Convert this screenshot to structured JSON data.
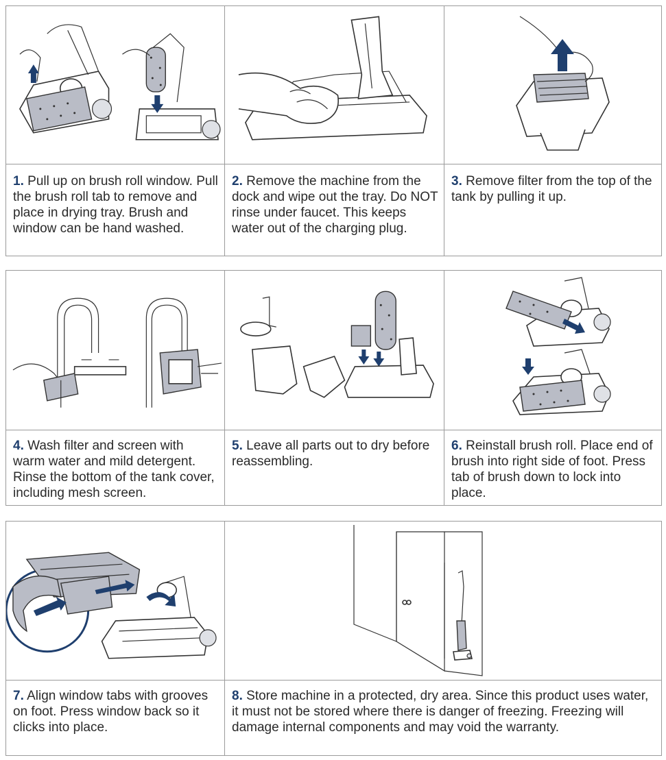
{
  "steps": [
    {
      "num": "1.",
      "text": "Pull up on brush roll window. Pull the brush roll tab to remove and place in drying tray. Brush and window can be hand washed."
    },
    {
      "num": "2.",
      "text": "Remove the machine from the dock and wipe out the tray. Do NOT rinse under faucet. This keeps water out of the charging plug."
    },
    {
      "num": "3.",
      "text": "Remove filter from the top of the tank by pulling it up."
    },
    {
      "num": "4.",
      "text": "Wash filter and screen with warm water and mild detergent. Rinse the bottom of the tank cover, including mesh screen."
    },
    {
      "num": "5.",
      "text": "Leave all parts out to dry before reassembling."
    },
    {
      "num": "6.",
      "text": "Reinstall brush roll. Place end of brush into right side of foot. Press tab of brush down to lock into place."
    },
    {
      "num": "7.",
      "text": "Align window tabs with grooves on foot. Press window back so it clicks into place."
    },
    {
      "num": "8.",
      "text": "Store machine in a protected, dry area. Since this product uses water, it must not be stored where there is danger of freezing. Freezing will damage internal components and may void the warranty."
    }
  ],
  "colors": {
    "accent": "#1f3f6e",
    "border": "#9a9a9a",
    "part_fill": "#b9bcc6"
  }
}
